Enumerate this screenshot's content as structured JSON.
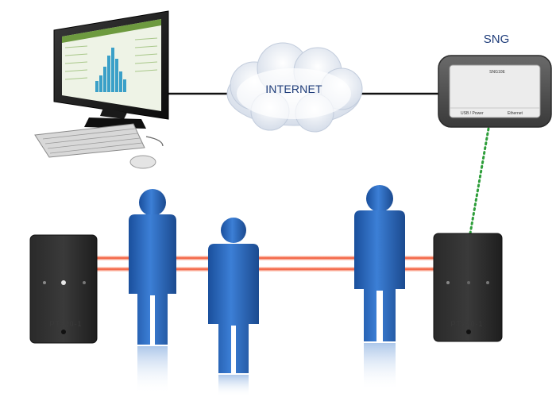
{
  "labels": {
    "internet": "INTERNET",
    "sng_title": "SNG",
    "sng_model": "SNG10E",
    "sng_usb": "USB / Power",
    "sng_ethernet": "Ethernet",
    "reader_left": "PTx20-1",
    "reader_right": "PTx20-1"
  },
  "colors": {
    "person_blue": "#2f6cc4",
    "beam_red": "#f04a26",
    "link_green": "#2e9e3a",
    "link_black": "#111111",
    "text_navy": "#1f3d7a"
  },
  "icons": {
    "computer": "desktop-monitor-icon",
    "cloud": "cloud-icon",
    "gateway": "sng-gateway-icon",
    "reader": "people-counter-sensor-icon",
    "person": "person-icon"
  }
}
